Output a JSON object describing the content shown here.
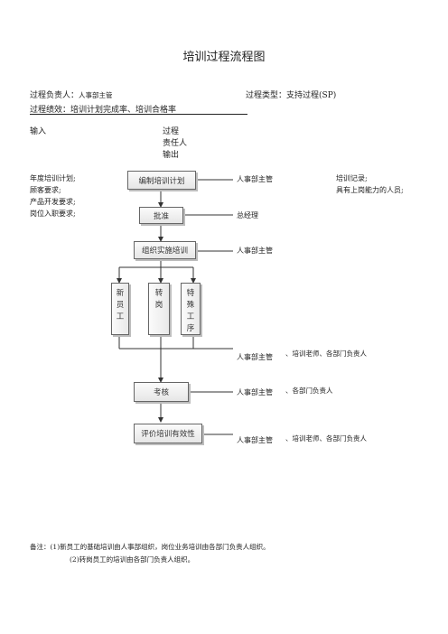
{
  "title": "培训过程流程图",
  "header": {
    "owner_label": "过程负责人：",
    "owner_value": "人事部主管",
    "type_label": "过程类型：",
    "type_value": "支持过程(SP)",
    "performance": "过程绩效：培训计划完成率、培训合格率"
  },
  "columns": {
    "input": "输入",
    "process": "过程",
    "responsible": "责任人",
    "output": "输出"
  },
  "inputs": [
    "年度培训计划;",
    "顾客要求;",
    "产品开发要求;",
    "岗位入职要求;"
  ],
  "outputs": [
    "培训记录;",
    "具有上岗能力的人员;"
  ],
  "steps": {
    "plan": "编制培训计划",
    "approve": "批准",
    "implement": "组织实施培训",
    "assess": "考核",
    "evaluate": "评价培训有效性"
  },
  "branches": [
    {
      "chars": [
        "新",
        "员",
        "工"
      ]
    },
    {
      "chars": [
        "转",
        "岗"
      ]
    },
    {
      "chars": [
        "特",
        "殊",
        "工",
        "序"
      ]
    }
  ],
  "responsible": {
    "plan": "人事部主管",
    "approve": "总经理",
    "implement": "人事部主管",
    "branches": "人事部主管",
    "assess": "人事部主管",
    "evaluate": "人事部主管"
  },
  "participants": {
    "branches": "、培训老师、各部门负责人",
    "assess": "、各部门负责人",
    "evaluate": "、培训老师、各部门负责人"
  },
  "notes": {
    "line1": "备注：(1)新员工的基础培训由人事部组织，岗位业务培训由各部门负责人组织。",
    "line2": "(2)转岗员工的培训由各部门负责人组织。"
  }
}
